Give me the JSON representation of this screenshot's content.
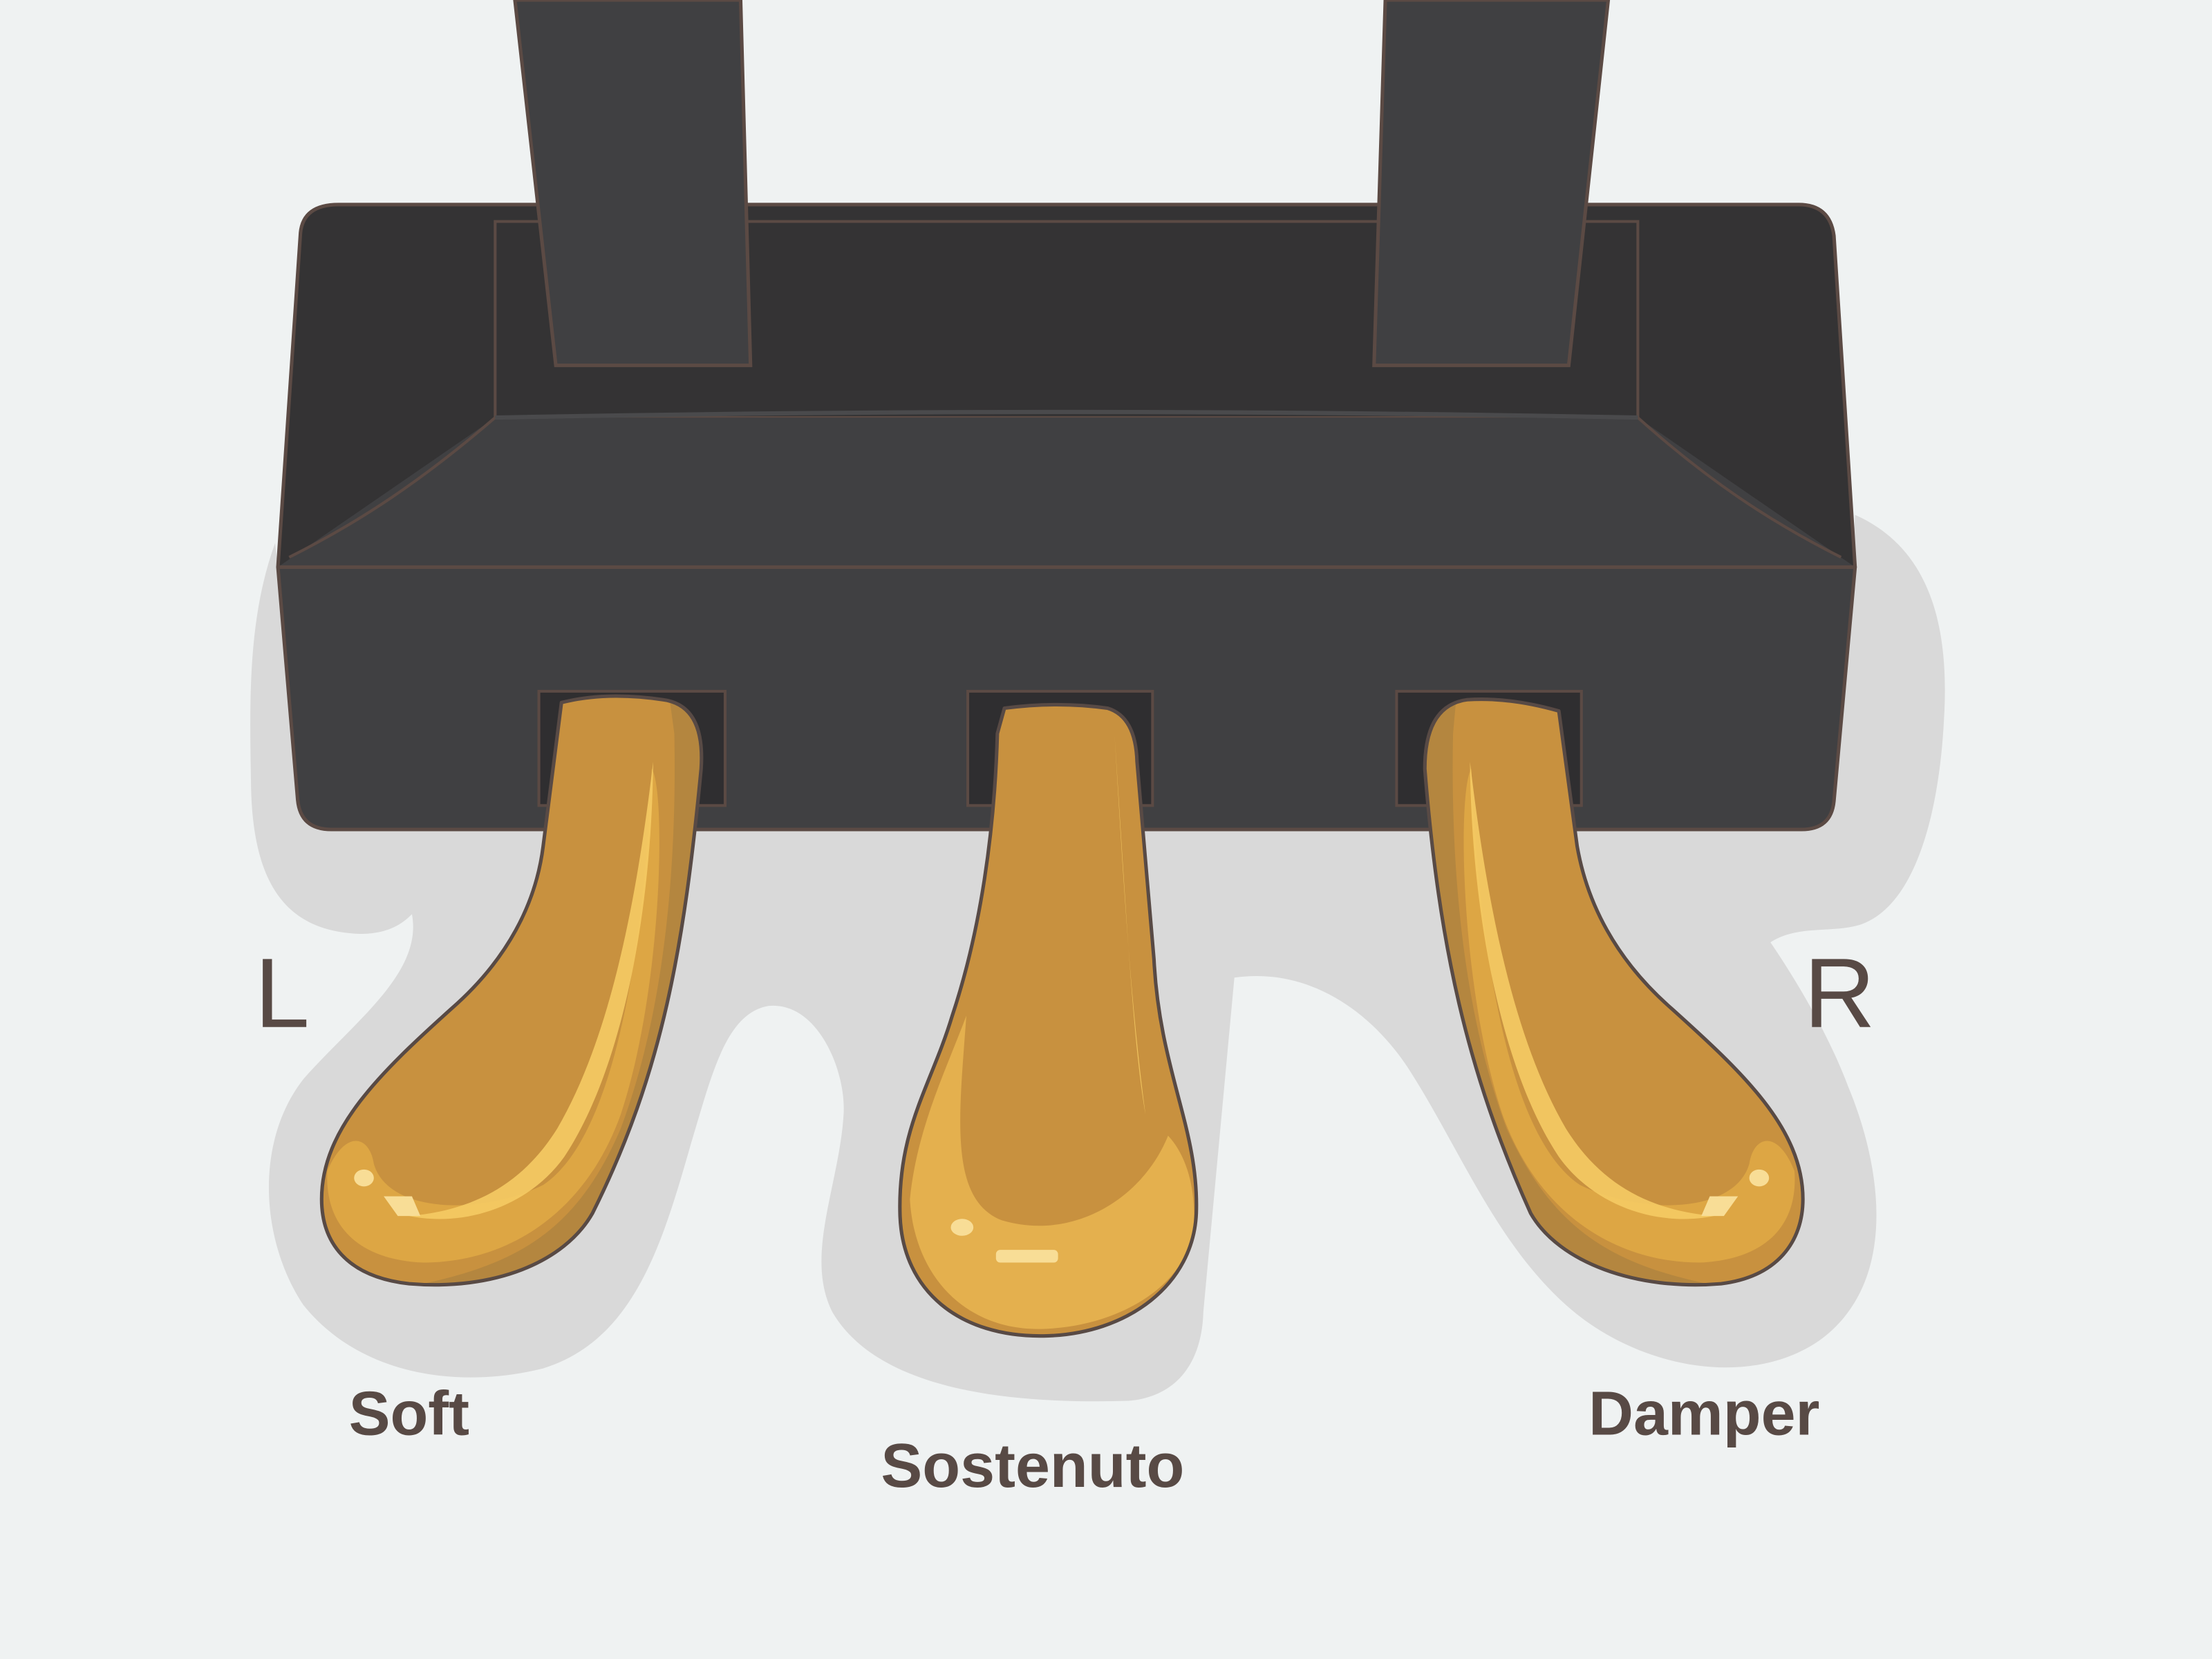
{
  "colors": {
    "background": "#eff2f2",
    "shadow": "#d9d9d9",
    "housing_dark": "#343334",
    "housing_mid": "#404042",
    "housing_outline": "#5b4a44",
    "pedal_base": "#c8913f",
    "pedal_bright": "#e4b04e",
    "pedal_highlight": "#f3c862",
    "text": "#584a45"
  },
  "side_labels": {
    "left": "L",
    "right": "R"
  },
  "pedals": [
    {
      "id": "soft",
      "label": "Soft"
    },
    {
      "id": "sostenuto",
      "label": "Sostenuto"
    },
    {
      "id": "damper",
      "label": "Damper"
    }
  ]
}
